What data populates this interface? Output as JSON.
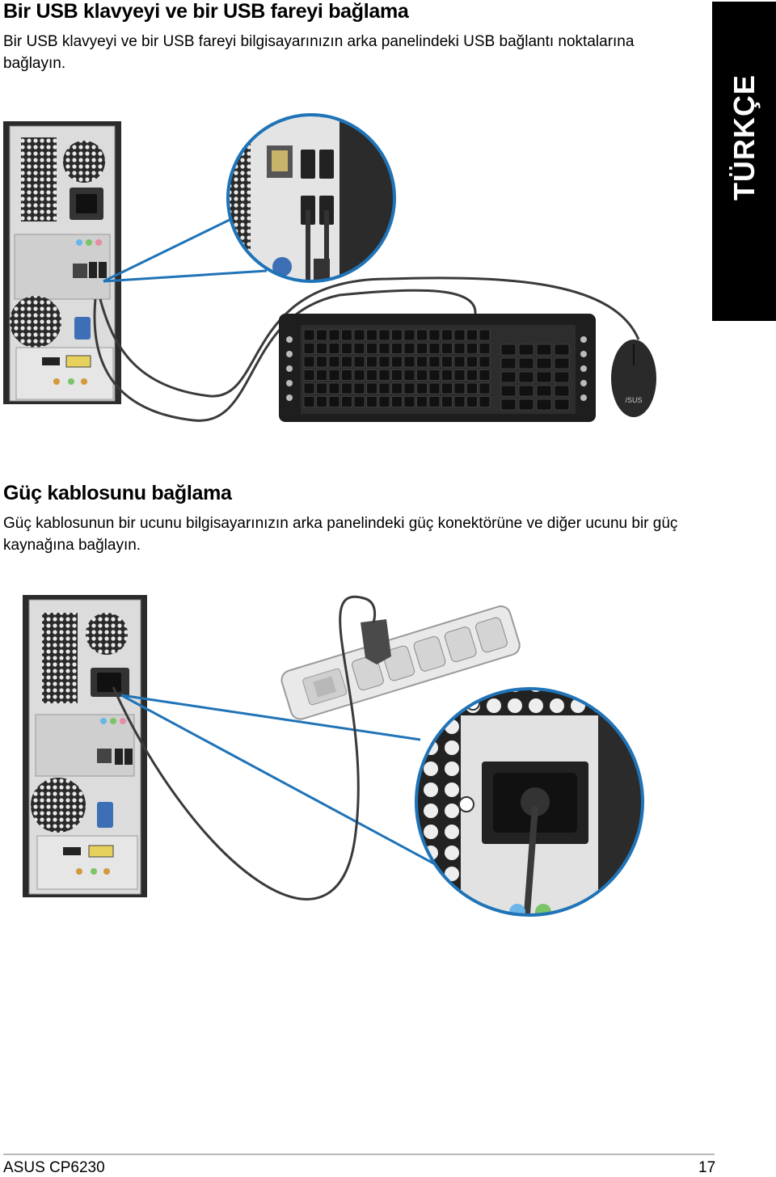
{
  "section1": {
    "title": "Bir USB klavyeyi ve bir USB fareyi bağlama",
    "body": "Bir USB klavyeyi ve bir USB fareyi bilgisayarınızın arka panelindeki USB bağlantı noktalarına bağlayın."
  },
  "side_tab": {
    "label": "TÜRKÇE"
  },
  "illustration1": {
    "keyboard_brand": "",
    "mouse_brand": "/SUS"
  },
  "section2": {
    "title": "Güç kablosunu bağlama",
    "body": "Güç kablosunun bir ucunu bilgisayarınızın arka panelindeki güç konektörüne ve diğer ucunu bir güç kaynağına bağlayın."
  },
  "footer": {
    "product": "ASUS CP6230",
    "page_number": "17"
  },
  "colors": {
    "accent": "#1f73b7",
    "cable": "#3a3a3a",
    "panel": "#d9d9d9",
    "tab": "#000000"
  }
}
